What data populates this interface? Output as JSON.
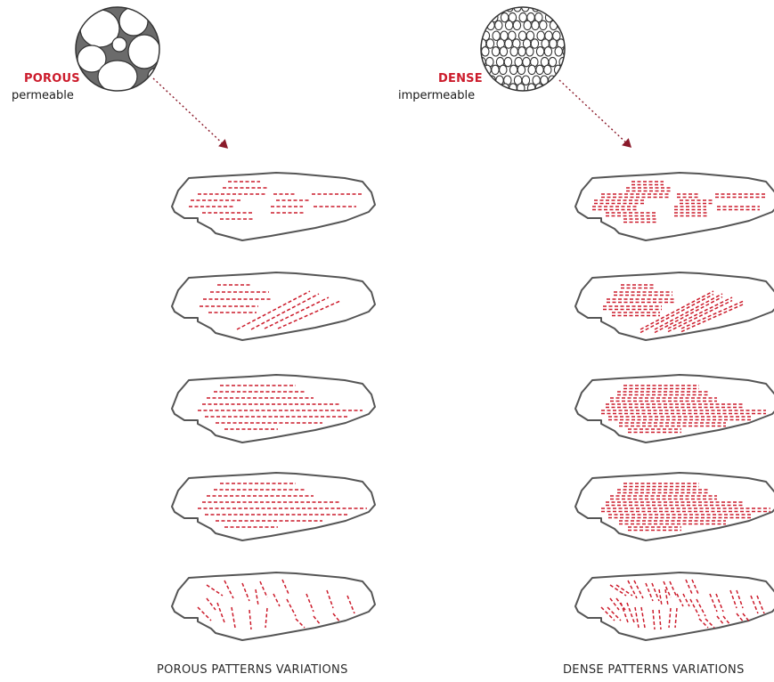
{
  "colors": {
    "accent": "#cc1b2b",
    "outline": "#555555",
    "text": "#1a1a1a"
  },
  "left": {
    "heading": "POROUS",
    "subheading": "permeable",
    "caption": "POROUS PATTERNS VARIATIONS",
    "texture_icon": "porous-cell-texture-icon",
    "pattern_count": 5
  },
  "right": {
    "heading": "DENSE",
    "subheading": "impermeable",
    "caption": "DENSE PATTERNS VARIATIONS",
    "texture_icon": "dense-cell-texture-icon",
    "pattern_count": 5
  }
}
